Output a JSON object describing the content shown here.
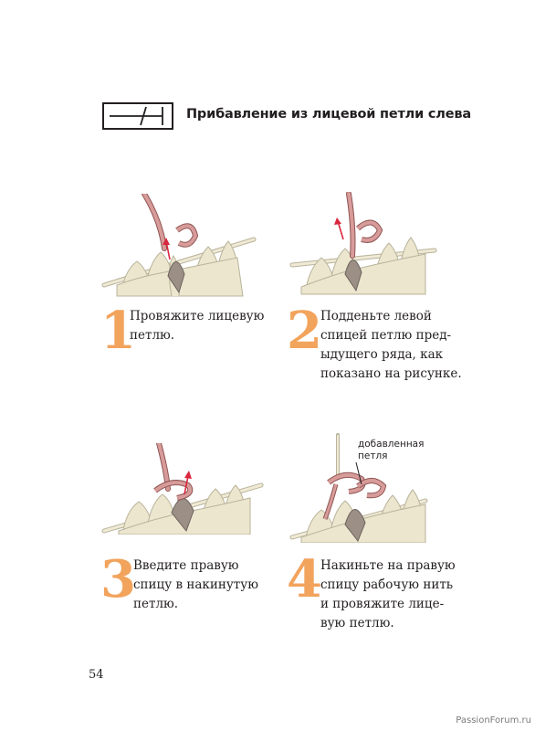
{
  "header": {
    "title": "Прибавление из лицевой петли слева"
  },
  "steps": [
    {
      "number": "1",
      "text": "Провяжите лицевую\nпетлю."
    },
    {
      "number": "2",
      "text": "Подденьте левой\nспицей петлю пред-\nыдущего ряда, как\nпоказано на рисунке."
    },
    {
      "number": "3",
      "text": "Введите правую\nспицу в накинутую\nпетлю."
    },
    {
      "number": "4",
      "text": "Накиньте на правую\nспицу рабочую нить\nи провяжите лице-\nвую петлю."
    }
  ],
  "callout": "добавленная\nпетля",
  "page_number": "54",
  "watermark": "PassionForum.ru",
  "colors": {
    "accent_orange": "#f2a35c",
    "yarn_cream": "#ece6cf",
    "yarn_outline": "#b8b39a",
    "working_yarn_pink": "#d79b99",
    "stitch_grey": "#9b8f86",
    "arrow_red": "#d8263e"
  }
}
